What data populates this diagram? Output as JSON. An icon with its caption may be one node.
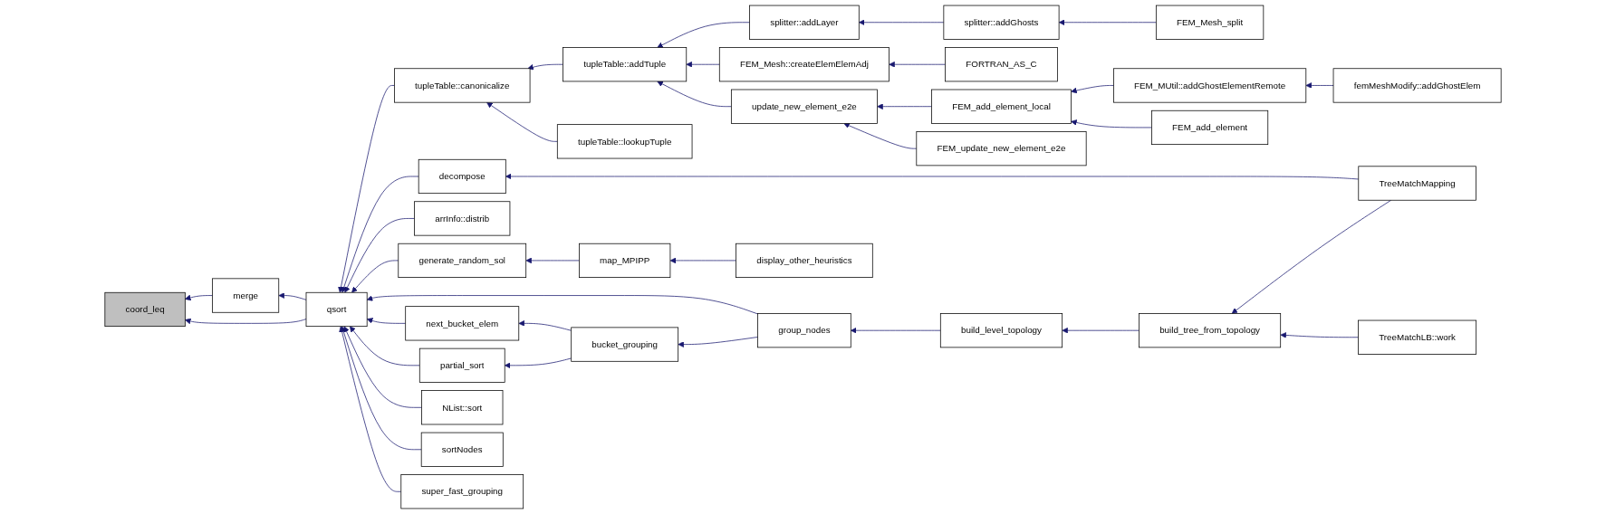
{
  "diagram": {
    "nodes": [
      {
        "text": [
          "coord_leq"
        ]
      },
      {
        "text": [
          "merge"
        ]
      },
      {
        "text": [
          "qsort"
        ]
      },
      {
        "text": [
          "tupleTable::canonicalize"
        ]
      },
      {
        "text": [
          "decompose"
        ]
      },
      {
        "text": [
          "arrInfo::distrib"
        ]
      },
      {
        "text": [
          "generate_random_sol"
        ]
      },
      {
        "text": [
          "next_bucket_elem"
        ]
      },
      {
        "text": [
          "partial_sort"
        ]
      },
      {
        "text": [
          "NList::sort"
        ]
      },
      {
        "text": [
          "sortNodes"
        ]
      },
      {
        "text": [
          "super_fast_grouping"
        ]
      },
      {
        "text": [
          "tupleTable::addTuple"
        ]
      },
      {
        "text": [
          "tupleTable::lookupTuple"
        ]
      },
      {
        "text": [
          "map_MPIPP"
        ]
      },
      {
        "text": [
          "group_nodes"
        ]
      },
      {
        "text": [
          "bucket_grouping"
        ]
      },
      {
        "text": [
          "splitter::addLayer"
        ]
      },
      {
        "text": [
          "FEM_Mesh::createElemElemAdj"
        ]
      },
      {
        "text": [
          "update_new_element_e2e"
        ]
      },
      {
        "text": [
          "display_other_heuristics"
        ]
      },
      {
        "text": [
          "build_level_topology"
        ]
      },
      {
        "text": [
          "splitter::addGhosts"
        ]
      },
      {
        "text": [
          "FORTRAN_AS_C"
        ]
      },
      {
        "text": [
          "FEM_add_element_local"
        ]
      },
      {
        "text": [
          "FEM_update_new_element_e2e"
        ]
      },
      {
        "text": [
          "build_tree_from_topology"
        ]
      },
      {
        "text": [
          "FEM_Mesh_split"
        ]
      },
      {
        "text": [
          "FEM_MUtil::addGhostElementRemote"
        ]
      },
      {
        "text": [
          "FEM_add_element"
        ]
      },
      {
        "text": [
          "TreeMatchMapping"
        ]
      },
      {
        "text": [
          "TreeMatchLB::work"
        ]
      },
      {
        "text": [
          "femMeshModify::addGhostElem"
        ]
      }
    ],
    "edges": [
      {
        "from": 1,
        "to": 0,
        "arrow": "to"
      },
      {
        "from": 2,
        "to": 0,
        "arrow": "to"
      },
      {
        "from": 2,
        "to": 1,
        "arrow": "to"
      },
      {
        "from": 3,
        "to": 2,
        "arrow": "to"
      },
      {
        "from": 4,
        "to": 2,
        "arrow": "to"
      },
      {
        "from": 5,
        "to": 2,
        "arrow": "to"
      },
      {
        "from": 6,
        "to": 2,
        "arrow": "to"
      },
      {
        "from": 15,
        "to": 2,
        "arrow": "to"
      },
      {
        "from": 7,
        "to": 2,
        "arrow": "to"
      },
      {
        "from": 8,
        "to": 2,
        "arrow": "to"
      },
      {
        "from": 9,
        "to": 2,
        "arrow": "to"
      },
      {
        "from": 10,
        "to": 2,
        "arrow": "to"
      },
      {
        "from": 11,
        "to": 2,
        "arrow": "to"
      },
      {
        "from": 12,
        "to": 3,
        "arrow": "to"
      },
      {
        "from": 13,
        "to": 3,
        "arrow": "to"
      },
      {
        "from": 17,
        "to": 12,
        "arrow": "to"
      },
      {
        "from": 18,
        "to": 12,
        "arrow": "to"
      },
      {
        "from": 19,
        "to": 12,
        "arrow": "to"
      },
      {
        "from": 22,
        "to": 17,
        "arrow": "to"
      },
      {
        "from": 27,
        "to": 22,
        "arrow": "to"
      },
      {
        "from": 23,
        "to": 18,
        "arrow": "to"
      },
      {
        "from": 24,
        "to": 19,
        "arrow": "to"
      },
      {
        "from": 25,
        "to": 19,
        "arrow": "to"
      },
      {
        "from": 28,
        "to": 24,
        "arrow": "to"
      },
      {
        "from": 29,
        "to": 24,
        "arrow": "to"
      },
      {
        "from": 32,
        "to": 28,
        "arrow": "to"
      },
      {
        "from": 30,
        "to": 4,
        "arrow": "to"
      },
      {
        "from": 14,
        "to": 6,
        "arrow": "to"
      },
      {
        "from": 20,
        "to": 14,
        "arrow": "to"
      },
      {
        "from": 16,
        "to": 7,
        "arrow": "to"
      },
      {
        "from": 16,
        "to": 8,
        "arrow": "to"
      },
      {
        "from": 15,
        "to": 16,
        "arrow": "to"
      },
      {
        "from": 21,
        "to": 15,
        "arrow": "to"
      },
      {
        "from": 26,
        "to": 21,
        "arrow": "to"
      },
      {
        "from": 30,
        "to": 26,
        "arrow": "to"
      },
      {
        "from": 31,
        "to": 26,
        "arrow": "to"
      }
    ]
  }
}
